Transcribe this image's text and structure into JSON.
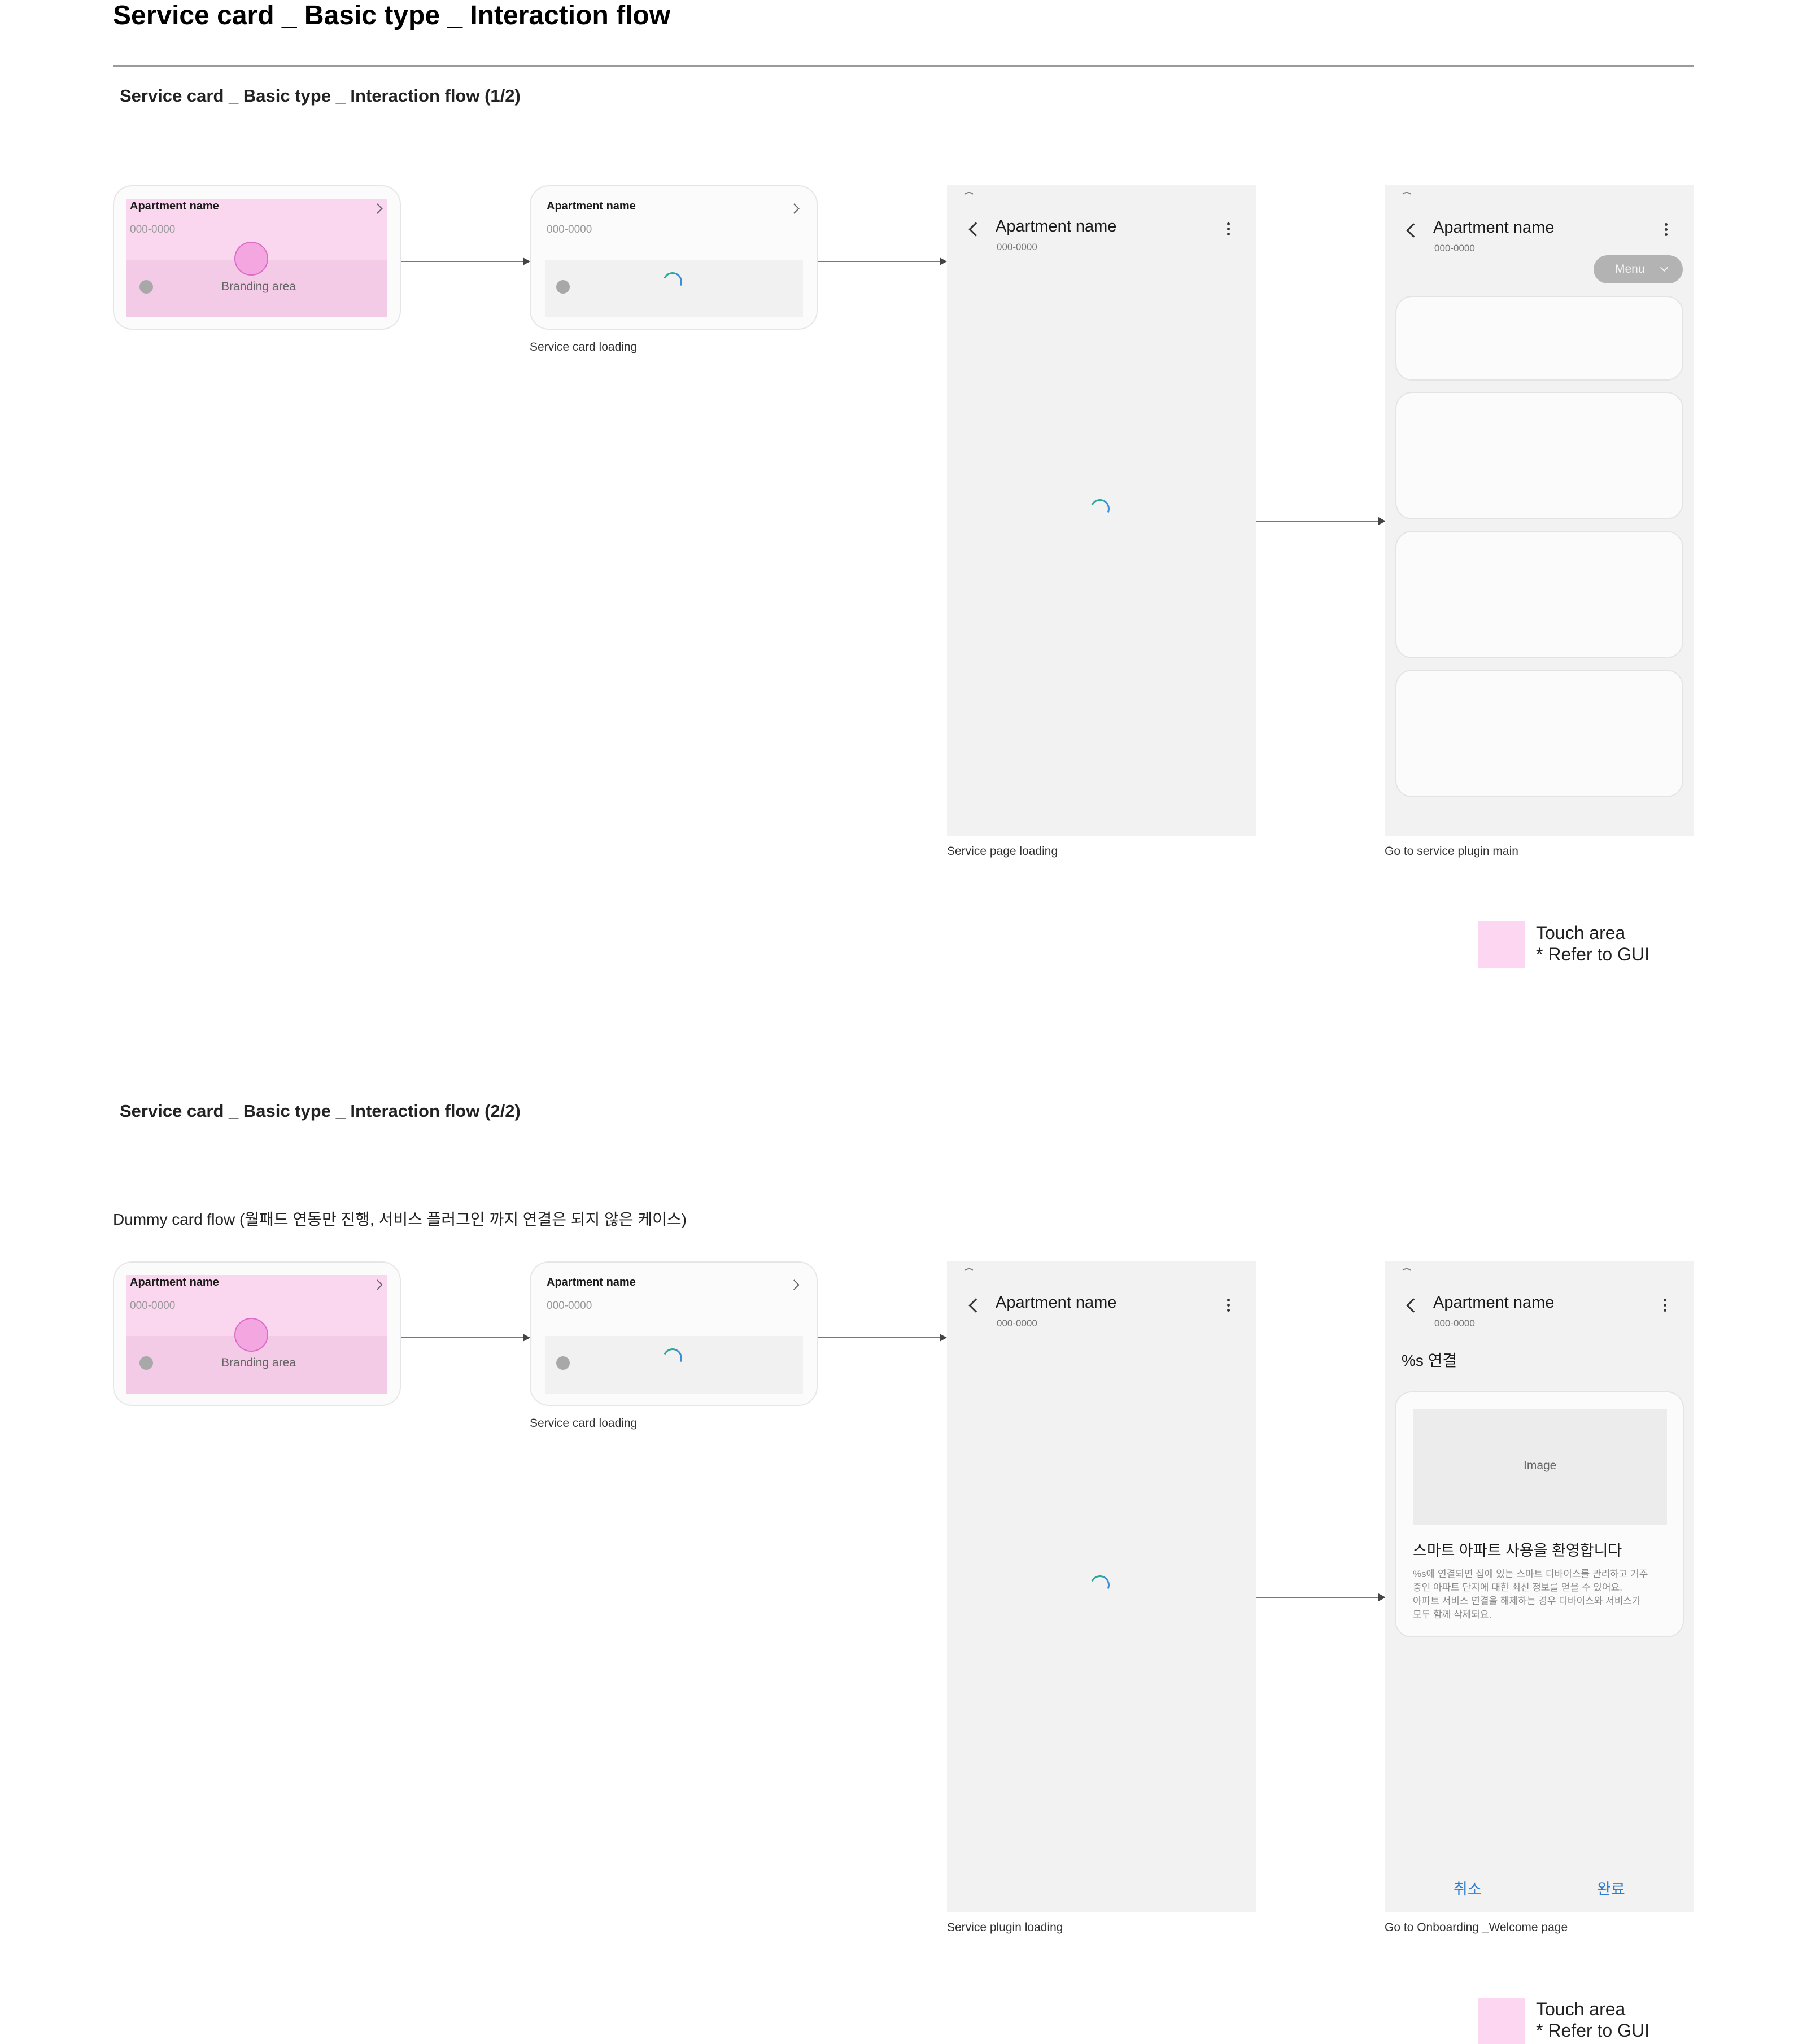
{
  "page": {
    "title": "Service card _ Basic type _ Interaction flow"
  },
  "flow1": {
    "title": "Service card _ Basic type _ Interaction flow (1/2)",
    "card_touch": {
      "name": "Apartment name",
      "number": "000-0000",
      "branding": "Branding area"
    },
    "card_loading": {
      "name": "Apartment name",
      "number": "000-0000",
      "caption": "Service card loading"
    },
    "page_loading": {
      "name": "Apartment name",
      "number": "000-0000",
      "caption": "Service page loading"
    },
    "plugin_main": {
      "name": "Apartment name",
      "number": "000-0000",
      "menu_label": "Menu",
      "caption": "Go to service plugin main"
    },
    "legend": {
      "line1": "Touch area",
      "line2": "* Refer to GUI"
    }
  },
  "flow2": {
    "title": "Service card _ Basic type _ Interaction flow (2/2)",
    "note": "Dummy card flow (월패드 연동만 진행, 서비스 플러그인 까지 연결은 되지 않은 케이스)",
    "card_touch": {
      "name": "Apartment name",
      "number": "000-0000",
      "branding": "Branding area"
    },
    "card_loading": {
      "name": "Apartment name",
      "number": "000-0000",
      "caption": "Service card loading"
    },
    "plugin_loading": {
      "name": "Apartment name",
      "number": "000-0000",
      "caption": "Service plugin loading"
    },
    "onboarding": {
      "name": "Apartment name",
      "number": "000-0000",
      "heading": "%s 연결",
      "image_label": "Image",
      "welcome": "스마트 아파트 사용을 환영합니다",
      "desc_line1": "%s에 연결되면 집에 있는 스마트 디바이스를 관리하고 거주",
      "desc_line2": "중인 아파트 단지에 대한 최신 정보를 얻을 수 있어요.",
      "desc_line3": "아파트 서비스 연결을 해제하는 경우 디바이스와 서비스가",
      "desc_line4": "모두 함께 삭제되요.",
      "cancel": "취소",
      "done": "완료",
      "caption": "Go to Onboarding _Welcome page"
    },
    "legend": {
      "line1": "Touch area",
      "line2": "* Refer to GUI"
    }
  },
  "colors": {
    "touch_area": "#fdd6f2",
    "accent_blue": "#2d7ed0",
    "screen_bg": "#f2f2f2"
  },
  "icons": [
    "back-chevron-icon",
    "more-kebab-icon",
    "wifi-icon",
    "chevron-right-icon",
    "loading-spinner-icon",
    "chevron-down-icon"
  ]
}
